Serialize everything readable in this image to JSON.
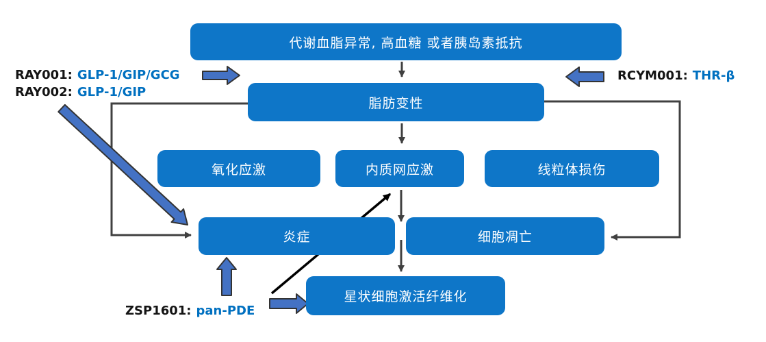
{
  "colors": {
    "box_blue": "#0e76c8",
    "arrow_blue": "#4472c4",
    "arrow_border": "#333333",
    "connector_gray": "#404040",
    "connector_black": "#000000",
    "label_black": "#141414",
    "label_blue": "#0070c0",
    "node_text": "#ffffff"
  },
  "nodes": {
    "metabolic": {
      "label": "代谢血脂异常, 高血糖 或者胰岛素抵抗"
    },
    "steatosis": {
      "label": "脂肪变性"
    },
    "oxidative_stress": {
      "label": "氧化应激"
    },
    "er_stress": {
      "label": "内质网应激"
    },
    "mitochondrial_damage": {
      "label": "线粒体损伤"
    },
    "inflammation": {
      "label": "炎症"
    },
    "apoptosis": {
      "label": "细胞凋亡"
    },
    "fibrosis": {
      "label": "星状细胞激活纤维化"
    }
  },
  "drugs": {
    "ray001": {
      "name": "RAY001:",
      "target": "GLP-1/GIP/GCG"
    },
    "ray002": {
      "name": "RAY002:",
      "target": "GLP-1/GIP"
    },
    "rcym001": {
      "name": "RCYM001:",
      "target": "THR-β"
    },
    "zsp1601": {
      "name": "ZSP1601:",
      "target": "pan-PDE"
    }
  }
}
